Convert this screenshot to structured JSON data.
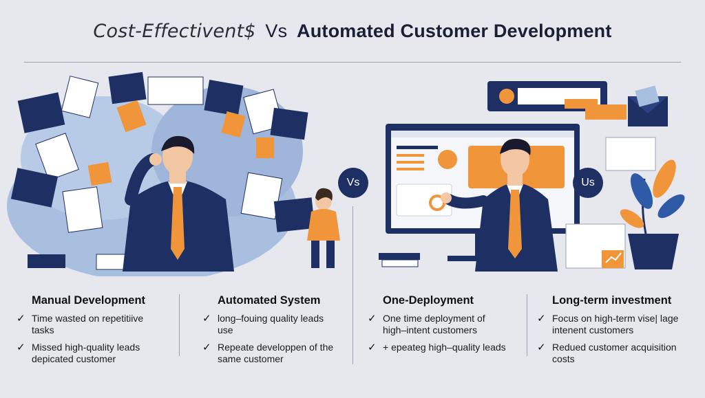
{
  "header": {
    "title_part1": "Cost-Effectivent$",
    "title_vs": "Vs",
    "title_part2": "Automated Customer Development"
  },
  "badges": {
    "left": "Vs",
    "right": "Us"
  },
  "columns": [
    {
      "heading": "Manual Development",
      "items": [
        "Time wasted on repetitiive tasks",
        "Missed high-quality leads depicated customer"
      ]
    },
    {
      "heading": "Automated System",
      "items": [
        "long–fouing quality leads use",
        "Repeate developpen of the same customer"
      ]
    },
    {
      "heading": "One-Deployment",
      "items": [
        "One time deployment of high–intent customers",
        "+ epeateg high–quality leads"
      ]
    },
    {
      "heading": "Long-term investment",
      "items": [
        "Focus on high-term vise| lage intenent customers",
        "Redued customer acquisition costs"
      ]
    }
  ],
  "colors": {
    "navy": "#1e2f63",
    "orange": "#f0953a",
    "light_blue": "#a9bfe0",
    "bg": "#e6e8ee"
  },
  "icons": [
    "check-icon",
    "envelope-icon",
    "chart-icon",
    "plant-icon",
    "monitor-icon"
  ]
}
